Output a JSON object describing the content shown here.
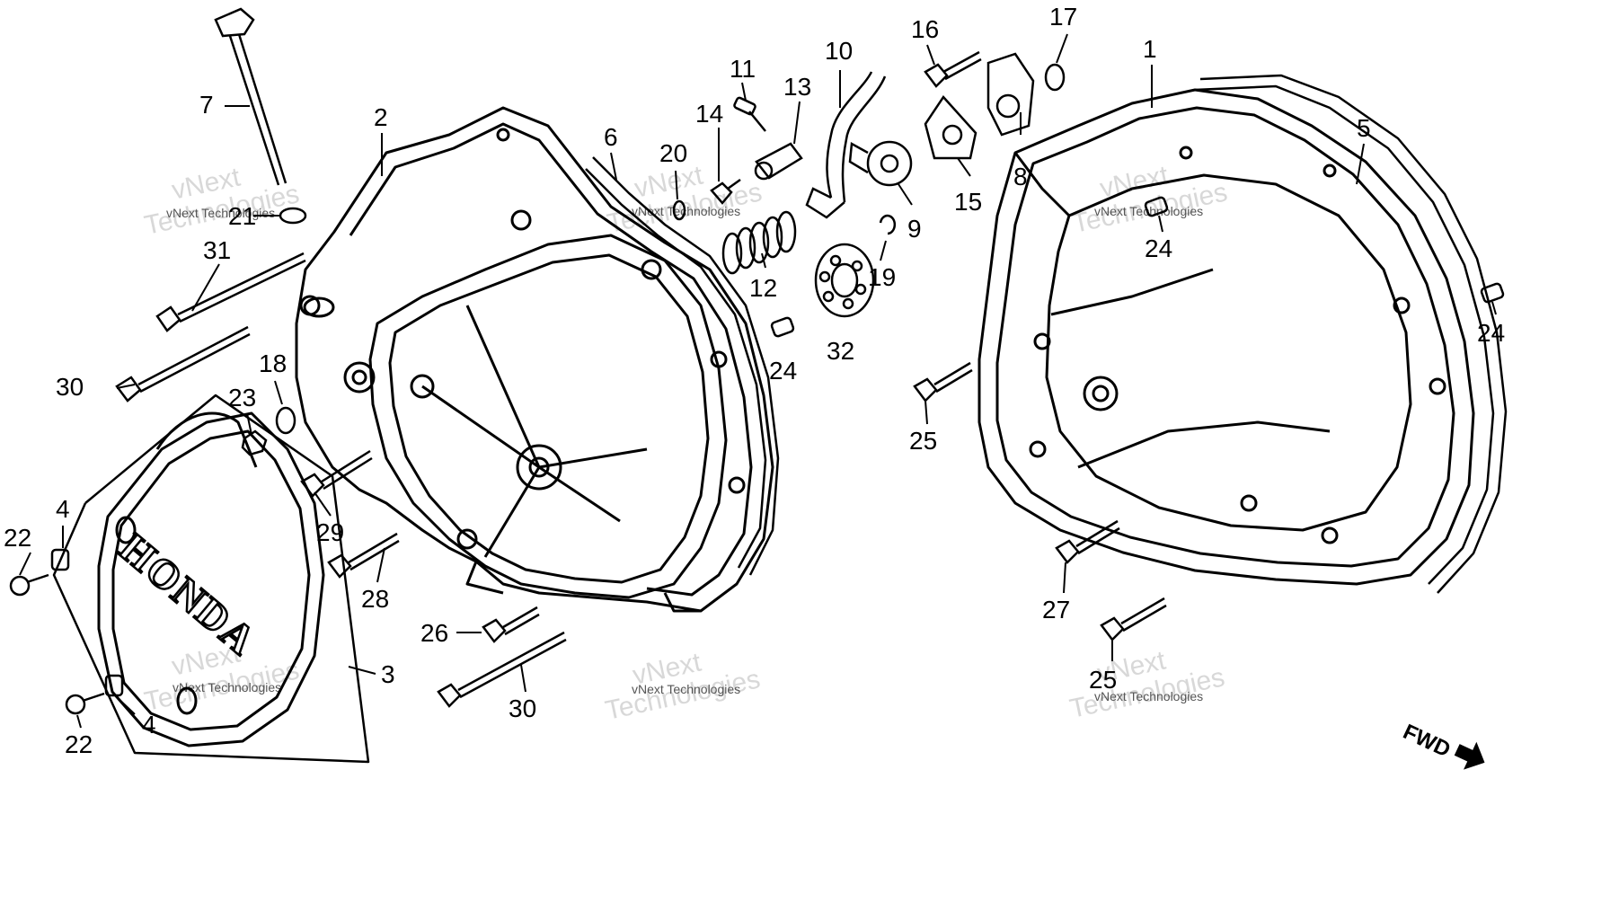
{
  "diagram": {
    "callouts": [
      {
        "id": "c1",
        "label": "1"
      },
      {
        "id": "c2",
        "label": "2"
      },
      {
        "id": "c3",
        "label": "3"
      },
      {
        "id": "c4a",
        "label": "4"
      },
      {
        "id": "c4b",
        "label": "4"
      },
      {
        "id": "c5",
        "label": "5"
      },
      {
        "id": "c6",
        "label": "6"
      },
      {
        "id": "c7",
        "label": "7"
      },
      {
        "id": "c8",
        "label": "8"
      },
      {
        "id": "c9",
        "label": "9"
      },
      {
        "id": "c10",
        "label": "10"
      },
      {
        "id": "c11",
        "label": "11"
      },
      {
        "id": "c12",
        "label": "12"
      },
      {
        "id": "c13",
        "label": "13"
      },
      {
        "id": "c14",
        "label": "14"
      },
      {
        "id": "c15",
        "label": "15"
      },
      {
        "id": "c16",
        "label": "16"
      },
      {
        "id": "c17",
        "label": "17"
      },
      {
        "id": "c18",
        "label": "18"
      },
      {
        "id": "c19",
        "label": "19"
      },
      {
        "id": "c20",
        "label": "20"
      },
      {
        "id": "c21",
        "label": "21"
      },
      {
        "id": "c22a",
        "label": "22"
      },
      {
        "id": "c22b",
        "label": "22"
      },
      {
        "id": "c23",
        "label": "23"
      },
      {
        "id": "c24a",
        "label": "24"
      },
      {
        "id": "c24b",
        "label": "24"
      },
      {
        "id": "c24c",
        "label": "24"
      },
      {
        "id": "c25a",
        "label": "25"
      },
      {
        "id": "c25b",
        "label": "25"
      },
      {
        "id": "c26",
        "label": "26"
      },
      {
        "id": "c27",
        "label": "27"
      },
      {
        "id": "c28",
        "label": "28"
      },
      {
        "id": "c29",
        "label": "29"
      },
      {
        "id": "c30a",
        "label": "30"
      },
      {
        "id": "c30b",
        "label": "30"
      },
      {
        "id": "c31",
        "label": "31"
      },
      {
        "id": "c32",
        "label": "32"
      }
    ],
    "cover_logo": "HONDA",
    "fwd_label": "FWD",
    "watermark_line1": "vNext",
    "watermark_line2": "Technologies",
    "watermark_small": "vNext Technologies"
  }
}
